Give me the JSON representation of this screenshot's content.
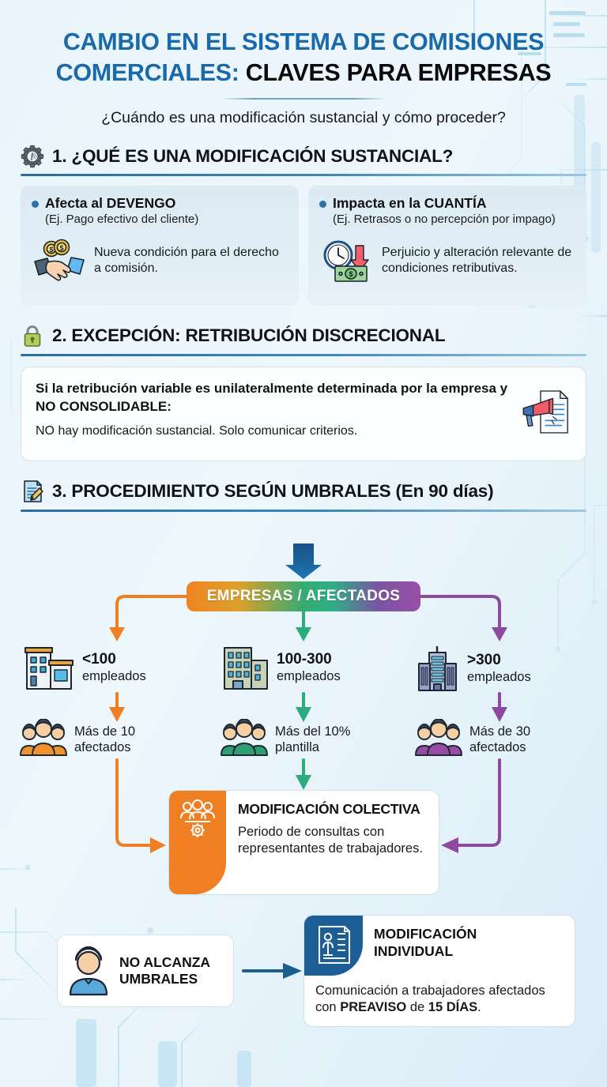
{
  "header": {
    "title_line1": "CAMBIO EN EL SISTEMA DE COMISIONES",
    "title_line2_blue": "COMERCIALES:",
    "title_line2_black": "CLAVES PARA EMPRESAS",
    "subtitle": "¿Cuándo es una modificación sustancial y cómo proceder?",
    "title_color": "#1a6aab",
    "accent_color": "#2a6ea3"
  },
  "section1": {
    "icon": "gear-icon",
    "heading": "1. ¿QUÉ ES UNA MODIFICACIÓN SUSTANCIAL?",
    "cards": [
      {
        "icon": "handshake-coins-icon",
        "title": "Afecta al DEVENGO",
        "subtitle": "(Ej. Pago efectivo del cliente)",
        "text": "Nueva condición para el derecho a comisión."
      },
      {
        "icon": "clock-money-down-arrow-icon",
        "title": "Impacta en la CUANTÍA",
        "subtitle": "(Ej. Retrasos o no percepción por impago)",
        "text": "Perjuicio y alteración relevante de condiciones retributivas."
      }
    ]
  },
  "section2": {
    "icon": "lock-icon",
    "heading": "2. EXCEPCIÓN: RETRIBUCIÓN DISCRECIONAL",
    "card": {
      "icon": "megaphone-document-icon",
      "strong": "Si la retribución variable es unilateralmente determinada por la empresa y NO CONSOLIDABLE:",
      "note": "NO hay modificación sustancial. Solo comunicar criterios."
    }
  },
  "section3": {
    "icon": "document-pencil-icon",
    "heading": "3. PROCEDIMIENTO SEGÚN UMBRALES (En 90 días)",
    "root_label": "EMPRESAS / AFECTADOS",
    "branches": [
      {
        "company_icon": "small-building-icon",
        "size_value": "<100",
        "size_unit": "empleados",
        "people_icon": "group-people-orange-icon",
        "affected": "Más de 10 afectados",
        "color": "#ef7f22"
      },
      {
        "company_icon": "medium-building-icon",
        "size_value": "100-300",
        "size_unit": "empleados",
        "people_icon": "group-people-green-icon",
        "affected": "Más del 10% plantilla",
        "color": "#2cab7d"
      },
      {
        "company_icon": "tall-building-icon",
        "size_value": ">300",
        "size_unit": "empleados",
        "people_icon": "group-people-purple-icon",
        "affected": "Más de 30 afectados",
        "color": "#8e4a9e"
      }
    ],
    "collective": {
      "icon": "people-gear-icon",
      "title": "MODIFICACIÓN COLECTIVA",
      "text": "Periodo de consultas con representantes de trabajadores.",
      "color": "#f07e22"
    },
    "no_threshold": {
      "icon": "person-avatar-icon",
      "label": "NO ALCANZA UMBRALES"
    },
    "individual": {
      "icon": "id-document-icon",
      "title": "MODIFICACIÓN INDIVIDUAL",
      "text_before": "Comunicación a trabajadores afectados con ",
      "text_bold1": "PREAVISO",
      "text_mid": " de ",
      "text_bold2": "15 DÍAS",
      "text_after": ".",
      "color": "#1d5e96"
    }
  }
}
